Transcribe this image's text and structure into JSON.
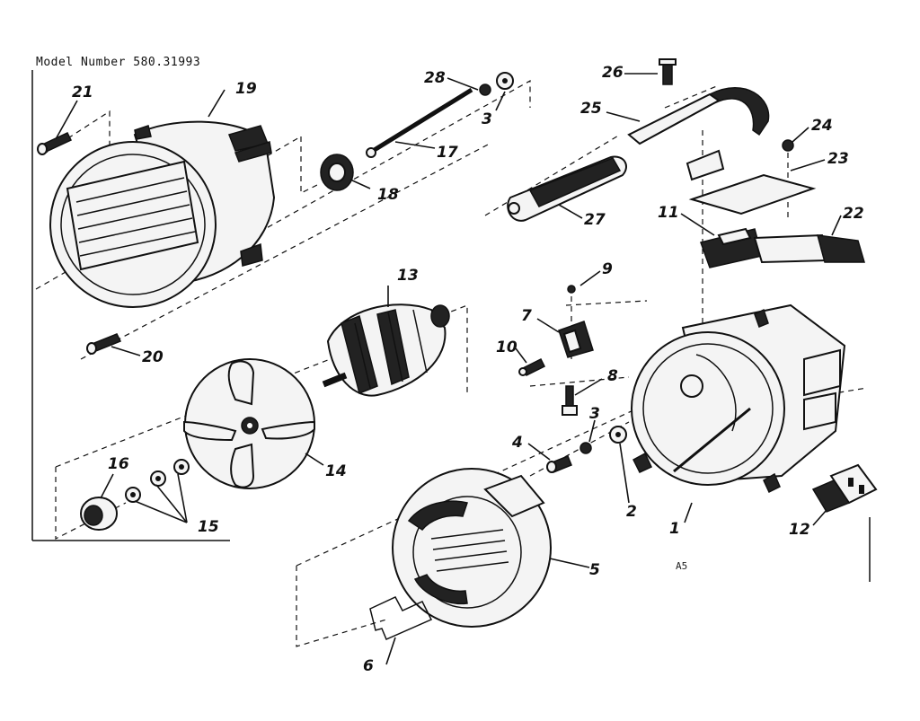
{
  "header": {
    "model_label": "Model Number 580.31993"
  },
  "footer": {
    "code": "A5"
  },
  "callouts": [
    {
      "id": "c1",
      "label": "1"
    },
    {
      "id": "c2",
      "label": "2"
    },
    {
      "id": "c3a",
      "label": "3"
    },
    {
      "id": "c3b",
      "label": "3"
    },
    {
      "id": "c4",
      "label": "4"
    },
    {
      "id": "c5",
      "label": "5"
    },
    {
      "id": "c6",
      "label": "6"
    },
    {
      "id": "c7",
      "label": "7"
    },
    {
      "id": "c8",
      "label": "8"
    },
    {
      "id": "c9",
      "label": "9"
    },
    {
      "id": "c10",
      "label": "10"
    },
    {
      "id": "c11",
      "label": "11"
    },
    {
      "id": "c12",
      "label": "12"
    },
    {
      "id": "c13",
      "label": "13"
    },
    {
      "id": "c14",
      "label": "14"
    },
    {
      "id": "c15",
      "label": "15"
    },
    {
      "id": "c16",
      "label": "16"
    },
    {
      "id": "c17",
      "label": "17"
    },
    {
      "id": "c18",
      "label": "18"
    },
    {
      "id": "c19",
      "label": "19"
    },
    {
      "id": "c20",
      "label": "20"
    },
    {
      "id": "c21",
      "label": "21"
    },
    {
      "id": "c22",
      "label": "22"
    },
    {
      "id": "c23",
      "label": "23"
    },
    {
      "id": "c24",
      "label": "24"
    },
    {
      "id": "c25",
      "label": "25"
    },
    {
      "id": "c26",
      "label": "26"
    },
    {
      "id": "c27",
      "label": "27"
    },
    {
      "id": "c28",
      "label": "28"
    }
  ]
}
